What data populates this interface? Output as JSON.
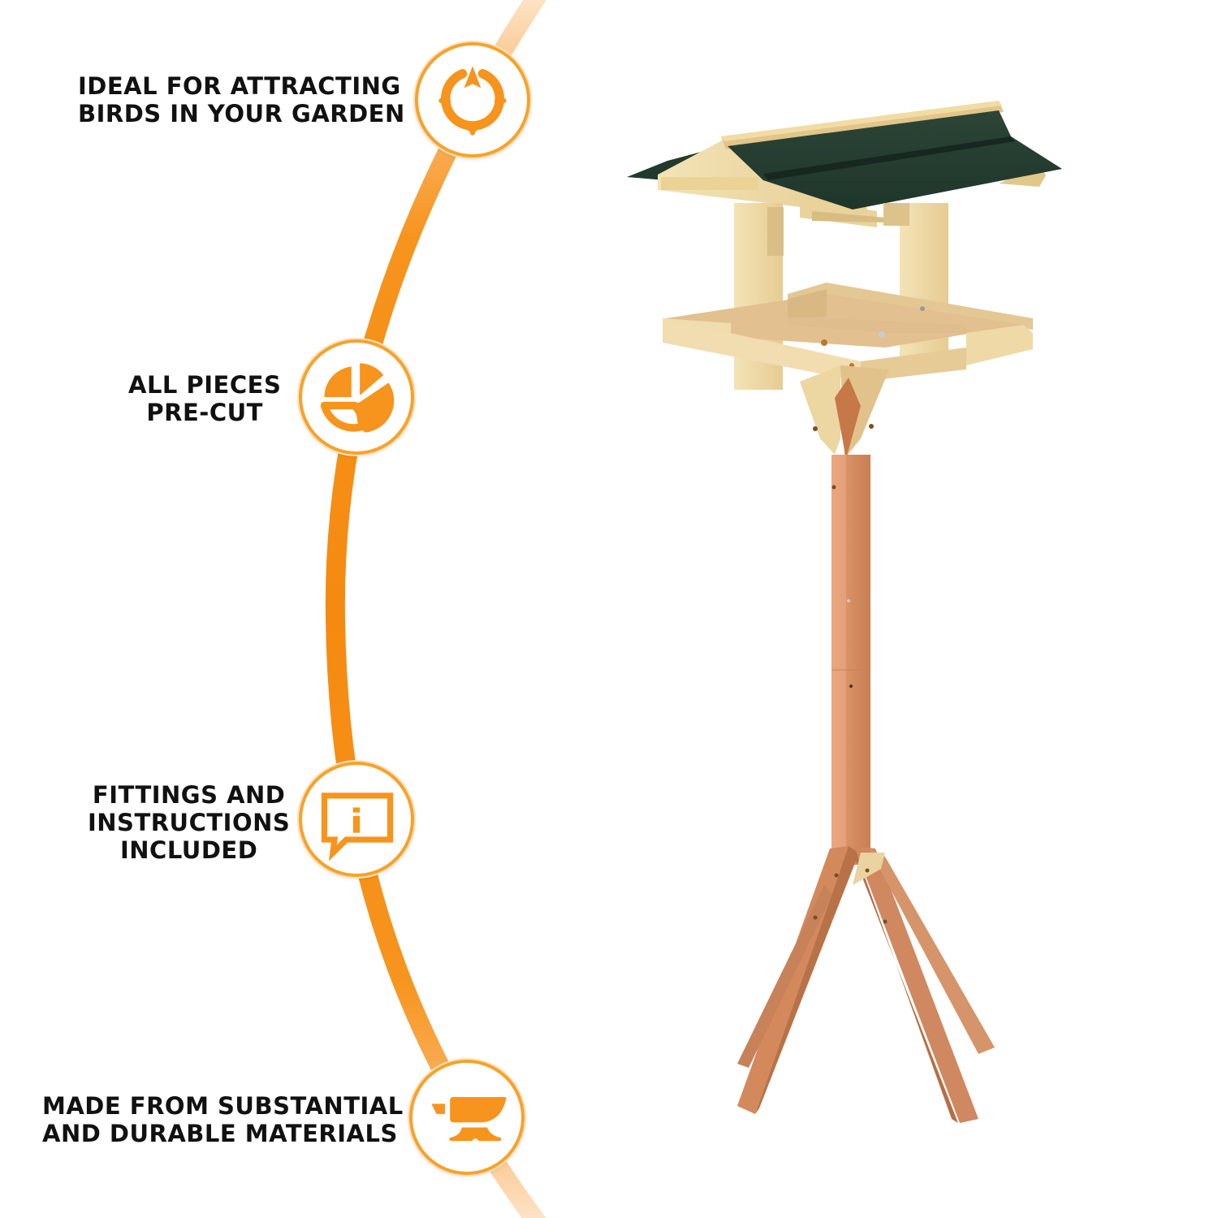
{
  "colors": {
    "accent": "#f7941d",
    "accent_pale": "#fbd4a6",
    "badge_border": "#f7a22c",
    "text": "#111111",
    "roof": "#243d31",
    "wood_light": "#efdcac",
    "wood_red": "#d9956a"
  },
  "features": [
    {
      "id": "attract-birds",
      "icon": "target-compass-icon",
      "lines": [
        "IDEAL FOR ATTRACTING",
        "BIRDS IN YOUR GARDEN"
      ]
    },
    {
      "id": "pre-cut",
      "icon": "pie-chart-icon",
      "lines": [
        "ALL PIECES",
        "PRE-CUT"
      ]
    },
    {
      "id": "fittings-instructions",
      "icon": "info-speech-bubble-icon",
      "lines": [
        "FITTINGS AND",
        "INSTRUCTIONS",
        "INCLUDED"
      ]
    },
    {
      "id": "durable-materials",
      "icon": "anvil-icon",
      "lines": [
        "MADE FROM SUBSTANTIAL",
        "AND DURABLE MATERIALS"
      ]
    }
  ],
  "product": {
    "name": "wooden-bird-table",
    "roof_color": "green",
    "material": "wood"
  }
}
